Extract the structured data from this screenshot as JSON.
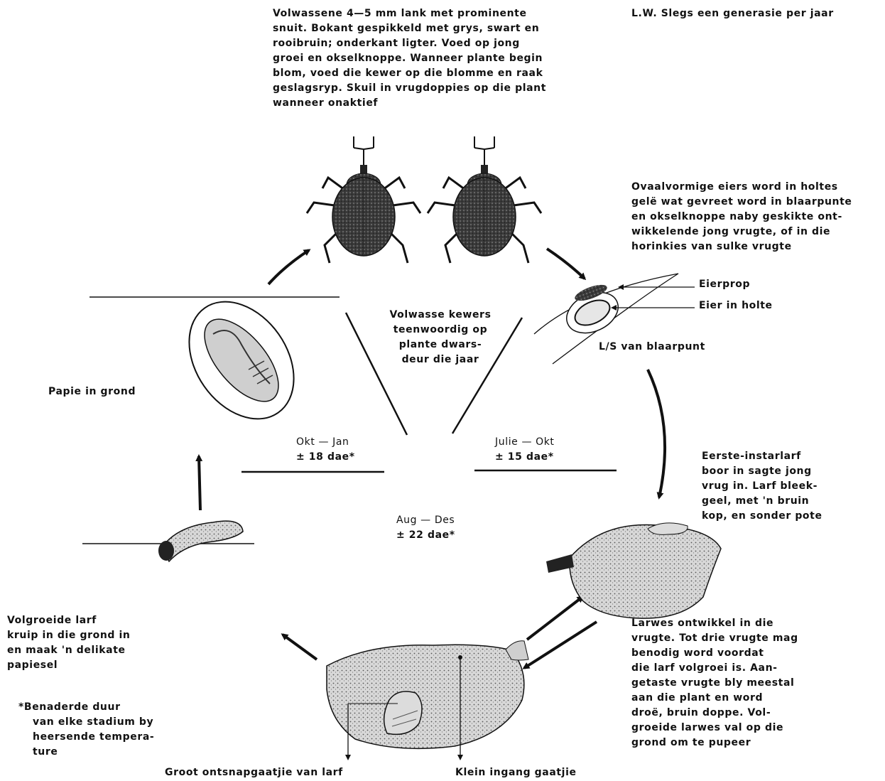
{
  "adult_description": [
    "Volwassene 4—5 mm lank met prominente",
    "snuit. Bokant gespikkeld met grys, swart en",
    "rooibruin; onderkant ligter. Voed op jong",
    "groei en okselknoppe. Wanneer plante begin",
    "blom, voed die kewer op die blomme en raak",
    "geslagsryp. Skuil in vrugdoppies op die plant",
    "wanneer onaktief"
  ],
  "generation_note": "L.W. Slegs een generasie per jaar",
  "egg_description": [
    "Ovaalvormige eiers word in holtes",
    "gelë wat gevreet word in blaarpunte",
    "en okselknoppe naby geskikte ont-",
    "wikkelende jong vrugte, of in die",
    "horinkies van sulke vrugte"
  ],
  "labels": {
    "egg_plug": "Eierprop",
    "eggs_in_cavity": "Eier in holte",
    "leaf_section": "L/S van blaarpunt",
    "pupa_in_soil": "Papie in grond",
    "escape_hole": "Groot ontsnapgaatjie van larf",
    "entry_hole": "Klein ingang gaatjie"
  },
  "center_note": [
    "Volwasse kewers",
    "teenwoordig op",
    "plante dwars-",
    "deur die jaar"
  ],
  "stages": {
    "pupa": {
      "months": "Okt — Jan",
      "duration": "± 18 dae*"
    },
    "egg": {
      "months": "Julie — Okt",
      "duration": "± 15 dae*"
    },
    "larva": {
      "months": "Aug — Des",
      "duration": "± 22 dae*"
    }
  },
  "first_instar": [
    "Eerste-instarlarf",
    "boor in sagte jong",
    "vrug in. Larf bleek-",
    "geel, met 'n bruin",
    "kop, en sonder pote"
  ],
  "larvae_develop": [
    "Larwes ontwikkel in die",
    "vrugte. Tot drie vrugte mag",
    "benodig word voordat",
    "die larf volgroei is. Aan-",
    "getaste vrugte bly meestal",
    "aan die plant en word",
    "droë, bruin doppe. Vol-",
    "groeide larwes val op die",
    "grond om te pupeer"
  ],
  "mature_larva": [
    "Volgroeide larf",
    "kruip in die grond in",
    "en maak 'n delikate",
    "papiesel"
  ],
  "footnote": [
    "*Benaderde duur",
    "van elke stadium by",
    "heersende tempera-",
    "ture"
  ]
}
